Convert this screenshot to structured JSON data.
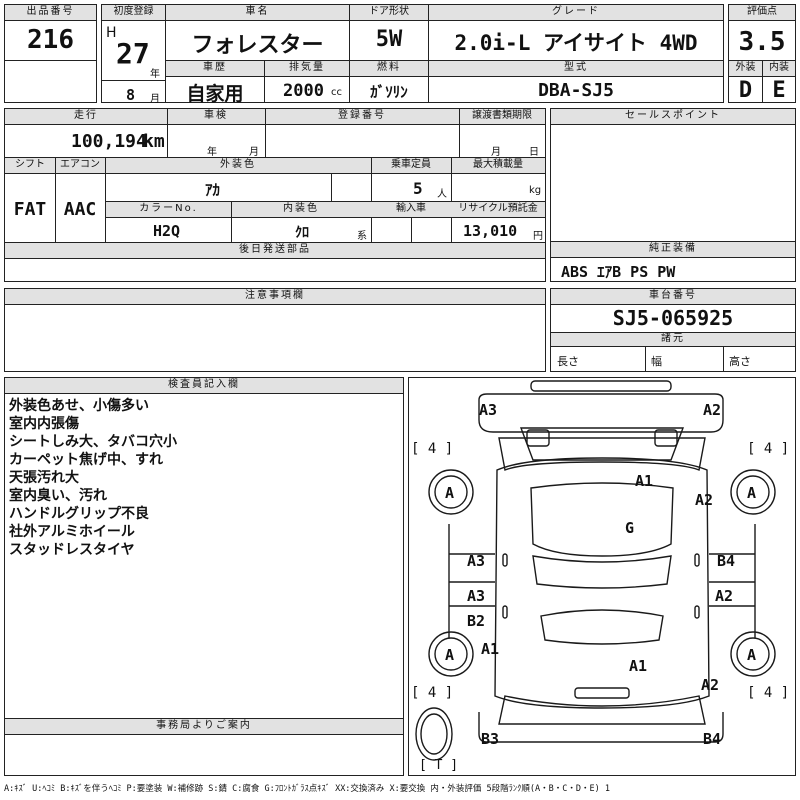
{
  "header": {
    "lot_label": "出品番号",
    "lot_no": "216",
    "first_reg_label": "初度登録",
    "era": "H",
    "year": "27",
    "year_unit": "年",
    "month": "8",
    "month_unit": "月",
    "name_label": "車名",
    "name": "フォレスター",
    "door_label": "ドア形状",
    "door": "5W",
    "grade_label": "グレード",
    "grade": "2.0i-L アイサイト 4WD",
    "score_label": "評価点",
    "score": "3.5",
    "history_label": "車歴",
    "history": "自家用",
    "displacement_label": "排気量",
    "displacement": "2000",
    "displacement_unit": "cc",
    "fuel_label": "燃料",
    "fuel": "ｶﾞｿﾘﾝ",
    "model_label": "型式",
    "model": "DBA-SJ5",
    "ext_label": "外装",
    "ext_grade": "D",
    "int_label": "内装",
    "int_grade": "E"
  },
  "details": {
    "mileage_label": "走行",
    "mileage": "100,194",
    "mileage_unit": "km",
    "inspection_label": "車検",
    "insp_year_unit": "年",
    "insp_month_unit": "月",
    "regno_label": "登録番号",
    "transfer_label": "譲渡書類期限",
    "transfer_month_unit": "月",
    "transfer_day_unit": "日",
    "shift_label": "シフト",
    "shift": "FAT",
    "ac_label": "エアコン",
    "ac": "AAC",
    "ext_color_label": "外装色",
    "ext_color": "ｱｶ",
    "capacity_label": "乗車定員",
    "capacity": "5",
    "capacity_unit": "人",
    "max_load_label": "最大積載量",
    "max_load_unit": "kg",
    "color_no_label": "カラーNo.",
    "color_no": "H2Q",
    "int_color_label": "内装色",
    "int_color": "ｸﾛ",
    "int_color_unit": "系",
    "import_label": "輸入車",
    "recycle_label": "リサイクル預託金",
    "recycle": "13,010",
    "recycle_unit": "円",
    "later_parts_label": "後日発送部品"
  },
  "sales": {
    "sales_points_label": "セールスポイント",
    "equipment_label": "純正装備",
    "equipment": "ABS ｴｱB PS PW",
    "chassis_label": "車台番号",
    "chassis": "SJ5-065925",
    "specs_label": "諸元",
    "length_label": "長さ",
    "width_label": "幅",
    "height_label": "高さ"
  },
  "notes": {
    "caution_label": "注意事項欄",
    "inspector_label": "検査員記入欄",
    "lines": [
      "外装色あせ、小傷多い",
      "室内内張傷",
      "シートしみ大、タバコ穴小",
      "カーペット焦げ中、すれ",
      "天張汚れ大",
      "室内臭い、汚れ",
      "ハンドルグリップ不良",
      "社外アルミホイール",
      "スタッドレスタイヤ"
    ],
    "office_label": "事務局よりご案内"
  },
  "diagram": {
    "marks": [
      "A3",
      "A2",
      "A1",
      "A2",
      "G",
      "A3",
      "B4",
      "A2",
      "A3",
      "B2",
      "A1",
      "A1",
      "A2",
      "B3",
      "B4"
    ],
    "tires": [
      "A",
      "A",
      "A",
      "A"
    ],
    "tread": [
      "[ 4 ]",
      "[ 4 ]",
      "[ 4 ]",
      "[ 4 ]"
    ],
    "spare": "[ T ]"
  },
  "legend": "A:ｷｽﾞ U:ﾍｺﾐ B:ｷｽﾞを伴うﾍｺﾐ P:要塗装 W:補修跡 S:錆 C:腐食 G:ﾌﾛﾝﾄｶﾞﾗｽ点ｷｽﾞ XX:交換済み X:要交換 内・外装評価 5段階ﾗﾝｸ順(A・B・C・D・E) 1"
}
